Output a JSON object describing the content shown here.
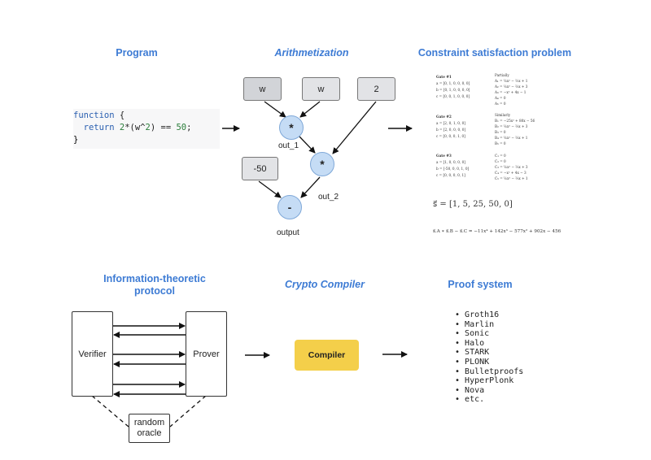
{
  "headings": {
    "program": "Program",
    "arithmetization": "Arithmetization",
    "csp": "Constraint satisfaction problem",
    "itp_line1": "Information-theoretic",
    "itp_line2": "protocol",
    "crypto_compiler": "Crypto Compiler",
    "proof_system": "Proof system"
  },
  "code": {
    "line1_kw": "function",
    "line1_rest": " {",
    "line2_kw": "  return",
    "line2_a": " 2",
    "line2_b": "*(w^",
    "line2_c": "2",
    "line2_d": ") == ",
    "line2_e": "50",
    "line2_f": ";",
    "line3": "}"
  },
  "circuit": {
    "input_w1": "w",
    "input_w2": "w",
    "input_2": "2",
    "input_neg50": "-50",
    "gate1_op": "*",
    "gate2_op": "*",
    "gate3_op": "-",
    "out1_label": "out_1",
    "out2_label": "out_2",
    "output_label": "output"
  },
  "csp": {
    "gate1_title": "Gate #1",
    "gate1_a": "a = [0, 1, 0, 0, 0, 0]",
    "gate1_b": "b = [0, 1, 0, 0, 0, 0]",
    "gate1_c": "c = [0, 0, 1, 0, 0, 0]",
    "gate2_title": "Gate #2",
    "gate2_a": "a = [2, 0, 1, 0, 0]",
    "gate2_b": "b = [2, 0, 0, 0, 0]",
    "gate2_c": "c = [0, 0, 0, 1, 0]",
    "gate3_title": "Gate #3",
    "gate3_a": "a = [1, 0, 0, 0, 0]",
    "gate3_b": "b = [-50, 0, 0, 1, 0]",
    "gate3_c": "c = [0, 0, 0, 0, 1]",
    "poly1_title": "Partially",
    "poly1_l1": "A₁ = ⅙x² − ⅔x + 1",
    "poly1_l2": "A₂ = ⅙x² − ⅔x + 3",
    "poly1_l3": "A₃ = −x² + 4x − 1",
    "poly1_l4": "A₄ = 0",
    "poly1_l5": "A₅ = 0",
    "poly2_title": "Similarly",
    "poly2_l1": "B₁ = −25x² + 80x − 56",
    "poly2_l2": "B₂ = ⅙x² − ⅔x + 3",
    "poly2_l3": "B₃ = 0",
    "poly2_l4": "B₄ = ⅙x² − ⅔x + 1",
    "poly2_l5": "B₅ = 0",
    "poly3_title": "C₁ = 0",
    "poly3_l1": "C₂ = 0",
    "poly3_l2": "C₃ = ⅙x² − ⅔x + 3",
    "poly3_l3": "C₄ = −x² + 4x − 3",
    "poly3_l4": "C₅ = ⅙x² − ⅔x + 1",
    "witness": "s⃗ = [1, 5, 25, 50, 0]",
    "final_eq": "s⃗.A ∗ s⃗.B − s⃗.C = −11x⁴ + 142x³ − 577x² + 902x − 456"
  },
  "protocol": {
    "verifier": "Verifier",
    "prover": "Prover",
    "oracle_line1": "random",
    "oracle_line2": "oracle"
  },
  "compiler": {
    "label": "Compiler"
  },
  "proof_systems": [
    "Groth16",
    "Marlin",
    "Sonic",
    "Halo",
    "STARK",
    "PLONK",
    "Bulletproofs",
    "HyperPlonk",
    "Nova",
    "etc."
  ],
  "colors": {
    "heading": "#3d7bd4",
    "gate_fill": "#c5dcf5",
    "gate_stroke": "#7fa8d8",
    "input_fill": "#d2d4d8",
    "compiler_fill": "#f4cf4a"
  }
}
